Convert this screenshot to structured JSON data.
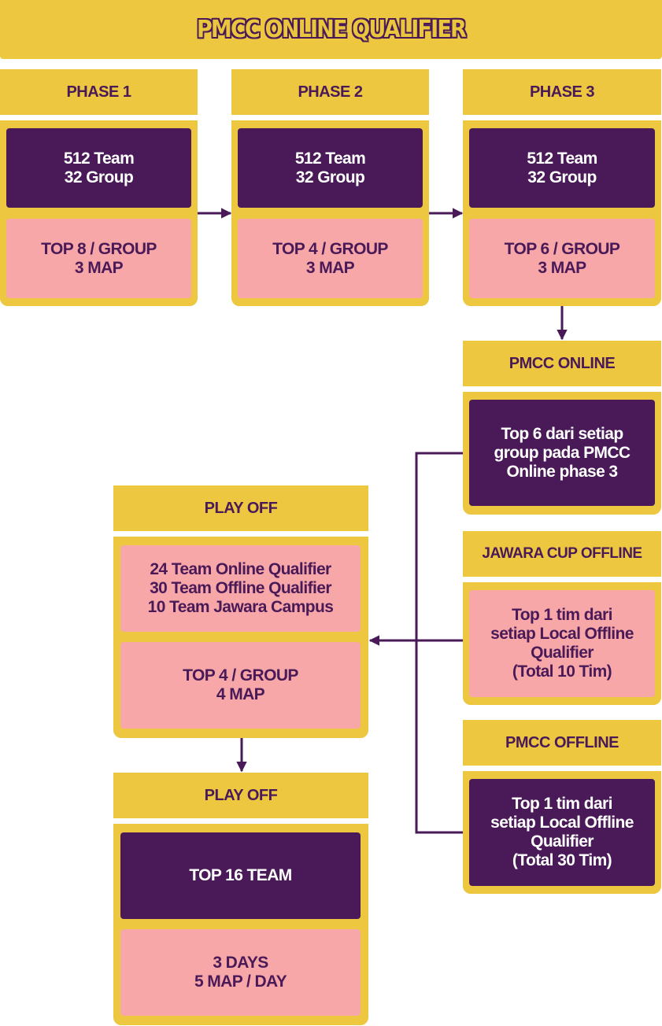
{
  "title": "PMCC ONLINE QUALIFIER",
  "phases": [
    {
      "header": "PHASE 1",
      "teams": "512 Team",
      "groups": "32 Group",
      "rule": "TOP 8 / GROUP",
      "maps": "3 MAP"
    },
    {
      "header": "PHASE 2",
      "teams": "512 Team",
      "groups": "32 Group",
      "rule": "TOP 4 / GROUP",
      "maps": "3 MAP"
    },
    {
      "header": "PHASE 3",
      "teams": "512 Team",
      "groups": "32 Group",
      "rule": "TOP 6 / GROUP",
      "maps": "3 MAP"
    }
  ],
  "pmcc_online": {
    "header": "PMCC ONLINE",
    "lines": [
      "Top 6 dari setiap",
      "group pada PMCC",
      "Online phase 3"
    ]
  },
  "jawara_cup": {
    "header": "JAWARA CUP OFFLINE",
    "lines": [
      "Top 1 tim dari",
      "setiap Local Offline",
      "Qualifier",
      "(Total 10 Tim)"
    ]
  },
  "pmcc_offline": {
    "header": "PMCC OFFLINE",
    "lines": [
      "Top 1 tim dari",
      "setiap Local Offline",
      "Qualifier",
      "(Total 30 Tim)"
    ]
  },
  "playoff_1": {
    "header": "PLAY OFF",
    "lines": [
      "24 Team Online Qualifier",
      "30 Team Offline Qualifier",
      "10 Team Jawara Campus"
    ],
    "rule": "TOP 4 / GROUP",
    "maps": "4 MAP"
  },
  "playoff_2": {
    "header": "PLAY OFF",
    "teams": "TOP 16 TEAM",
    "days": "3 DAYS",
    "maps": "5 MAP / DAY"
  },
  "colors": {
    "yellow": "#ecc73f",
    "purple": "#4a1a58",
    "pink": "#f7a7a8"
  }
}
